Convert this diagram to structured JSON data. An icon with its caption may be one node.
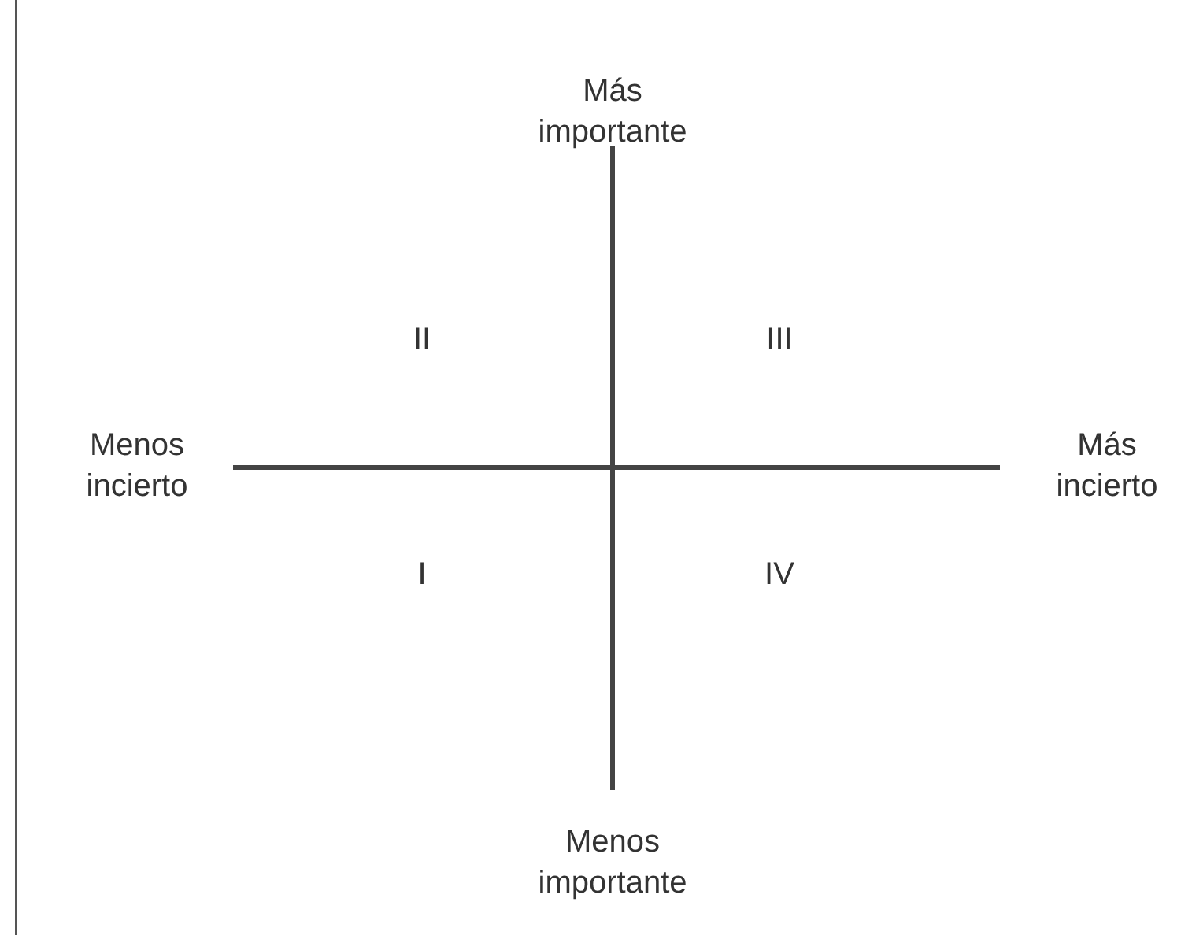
{
  "diagram": {
    "labels": [
      "Más importante",
      "II",
      "III",
      "Menos incierto",
      "Más incierto",
      "I",
      "IV",
      "Menos importante"
    ]
  }
}
